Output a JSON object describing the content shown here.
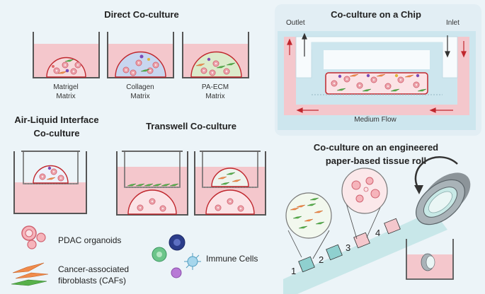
{
  "sections": {
    "direct": {
      "title": "Direct Co-culture",
      "wells": [
        {
          "line1": "Matrigel",
          "line2": "Matrix"
        },
        {
          "line1": "Collagen",
          "line2": "Matrix"
        },
        {
          "line1": "PA-ECM",
          "line2": "Matrix"
        }
      ]
    },
    "chip": {
      "title": "Co-culture on a Chip",
      "outlet": "Outlet",
      "inlet": "Inlet",
      "flow": "Medium Flow"
    },
    "ali": {
      "title_line1": "Air-Liquid Interface",
      "title_line2": "Co-culture"
    },
    "transwell": {
      "title": "Transwell Co-culture"
    },
    "paper": {
      "title_line1": "Co-culture on an engineered",
      "title_line2": "paper-based tissue roll",
      "numbers": [
        "1",
        "2",
        "3",
        "4"
      ]
    }
  },
  "legend": {
    "pdac": "PDAC organoids",
    "caf_line1": "Cancer-associated",
    "caf_line2": "fibroblasts (CAFs)",
    "immune": "Immune Cells"
  },
  "colors": {
    "panel_bg": "#ecf4f8",
    "medium": "#f4c7cc",
    "matrigel": "#f7d9dc",
    "collagen": "#c8d6ef",
    "paecm": "#dcebcb",
    "chip_blue": "#cde6ee",
    "flow_red": "#c0272d",
    "organoid": "#e98a94",
    "fibroblast": "#f08b4b",
    "fibro_green": "#57b04a"
  }
}
